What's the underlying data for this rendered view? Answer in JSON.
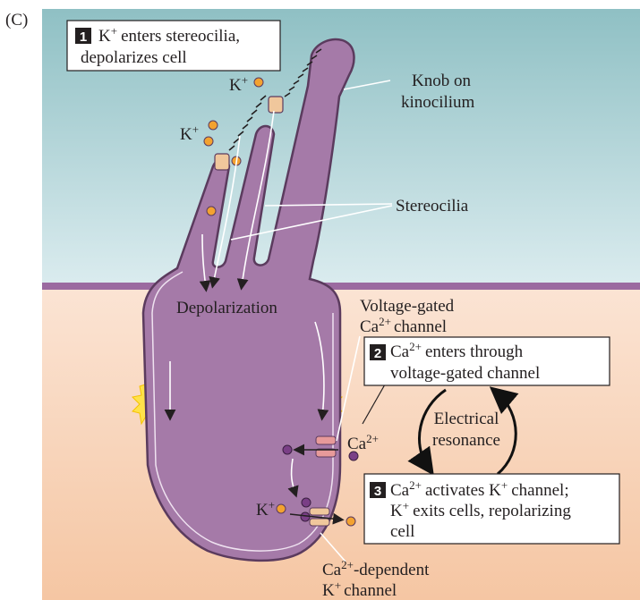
{
  "panel_label": "(C)",
  "steps": [
    {
      "number": "1",
      "lines": [
        "K",
        "enters stereocilia,",
        "depolarizes cell"
      ]
    },
    {
      "number": "2",
      "lines": [
        "Ca",
        "enters through",
        "voltage-gated channel"
      ]
    },
    {
      "number": "3",
      "lines": [
        "Ca",
        "activates K",
        "channel;",
        "K",
        "exits cells, repolarizing",
        "cell"
      ]
    }
  ],
  "labels": {
    "knob_line1": "Knob on",
    "knob_line2": "kinocilium",
    "stereocilia": "Stereocilia",
    "depolarization": "Depolarization",
    "vg_line1": "Voltage-gated",
    "vg_ca": "Ca",
    "vg_line2": "channel",
    "resonance_line1": "Electrical",
    "resonance_line2": "resonance",
    "k_ion": "K",
    "ca_ion": "Ca",
    "cadep_ca": "Ca",
    "cadep_line1": "-dependent",
    "cadep_line2": "K",
    "cadep_line3": "channel"
  },
  "superscripts": {
    "plus": "+",
    "two_plus": "2+"
  },
  "colors": {
    "sky_top": "#8fc0c4",
    "sky_bottom": "#ddeef0",
    "tissue_top": "#fbe3d2",
    "tissue_bottom": "#f6c8a5",
    "membrane_line": "#9b6aa0",
    "cell_fill": "#a57aa8",
    "cell_outline": "#5b3b5e",
    "potassium_ion": "#f3a230",
    "calcium_ion": "#7a3f86",
    "channel": "#f0c79c",
    "ca_channel": "#e79a9a",
    "glow": "#ffe24a"
  }
}
